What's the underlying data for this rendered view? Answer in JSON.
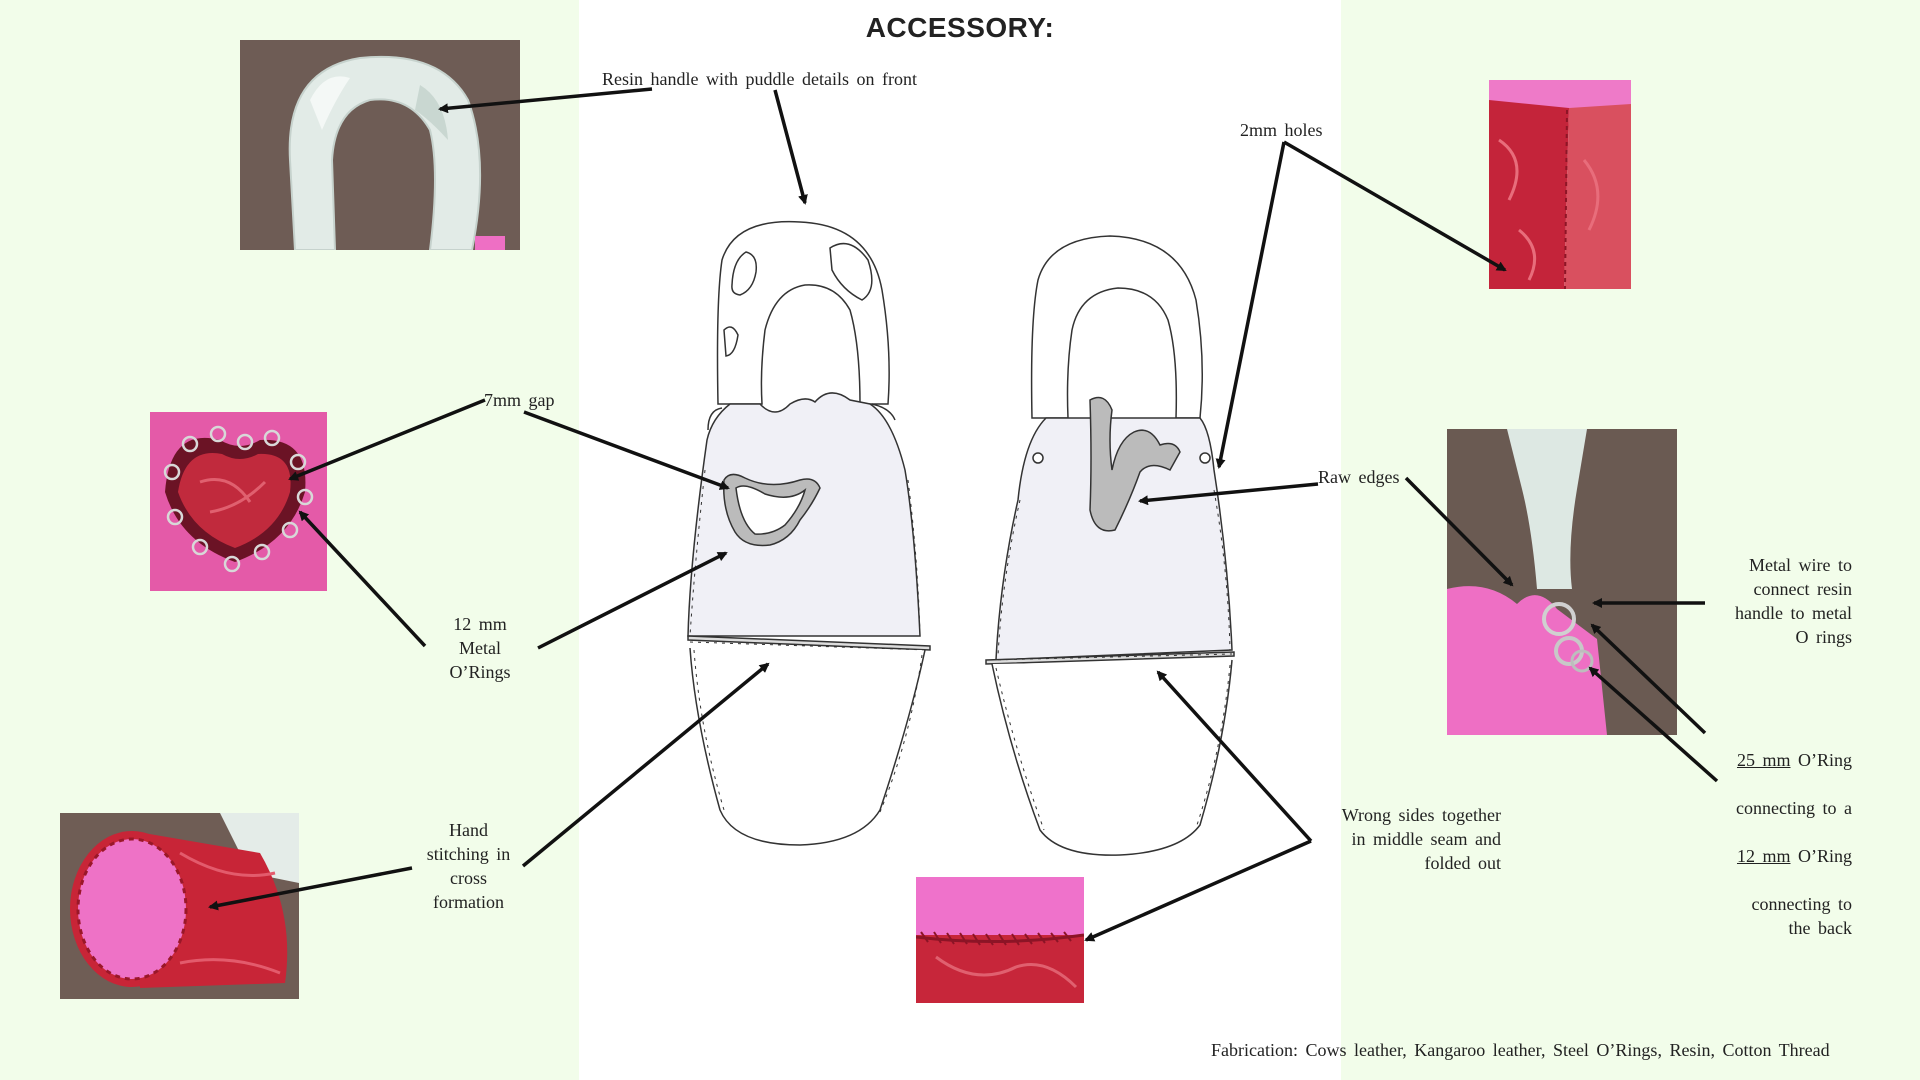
{
  "title": "ACCESSORY:",
  "labels": {
    "resin_handle": "Resin handle with puddle details on front",
    "holes": "2mm holes",
    "gap": "7mm gap",
    "raw_edges": "Raw edges",
    "o_rings": "12 mm\nMetal\nO’Rings",
    "metal_wire": "Metal wire to\nconnect resin\nhandle to metal\nO rings",
    "oring_25_size": "25 mm",
    "oring_25_rest": " O’Ring",
    "connecting_to_a": "connecting to a",
    "oring_12_size": "12 mm",
    "oring_12_rest": " O’Ring",
    "connecting_to_the_back": "connecting to\nthe back",
    "hand_stitching": "Hand\nstitching in\ncross\nformation",
    "wrong_sides": "Wrong sides together\nin middle seam and\nfolded out",
    "fabrication": "Fabrication: Cows leather, Kangaroo leather, Steel O’Rings, Resin, Cotton Thread"
  },
  "colors": {
    "background": "#f2fdea",
    "panel": "#ffffff",
    "leather_red": "#c8283a",
    "leather_pink": "#ee6fc4",
    "resin": "#dfe8e4",
    "photo_backdrop": "#6e5c55"
  }
}
